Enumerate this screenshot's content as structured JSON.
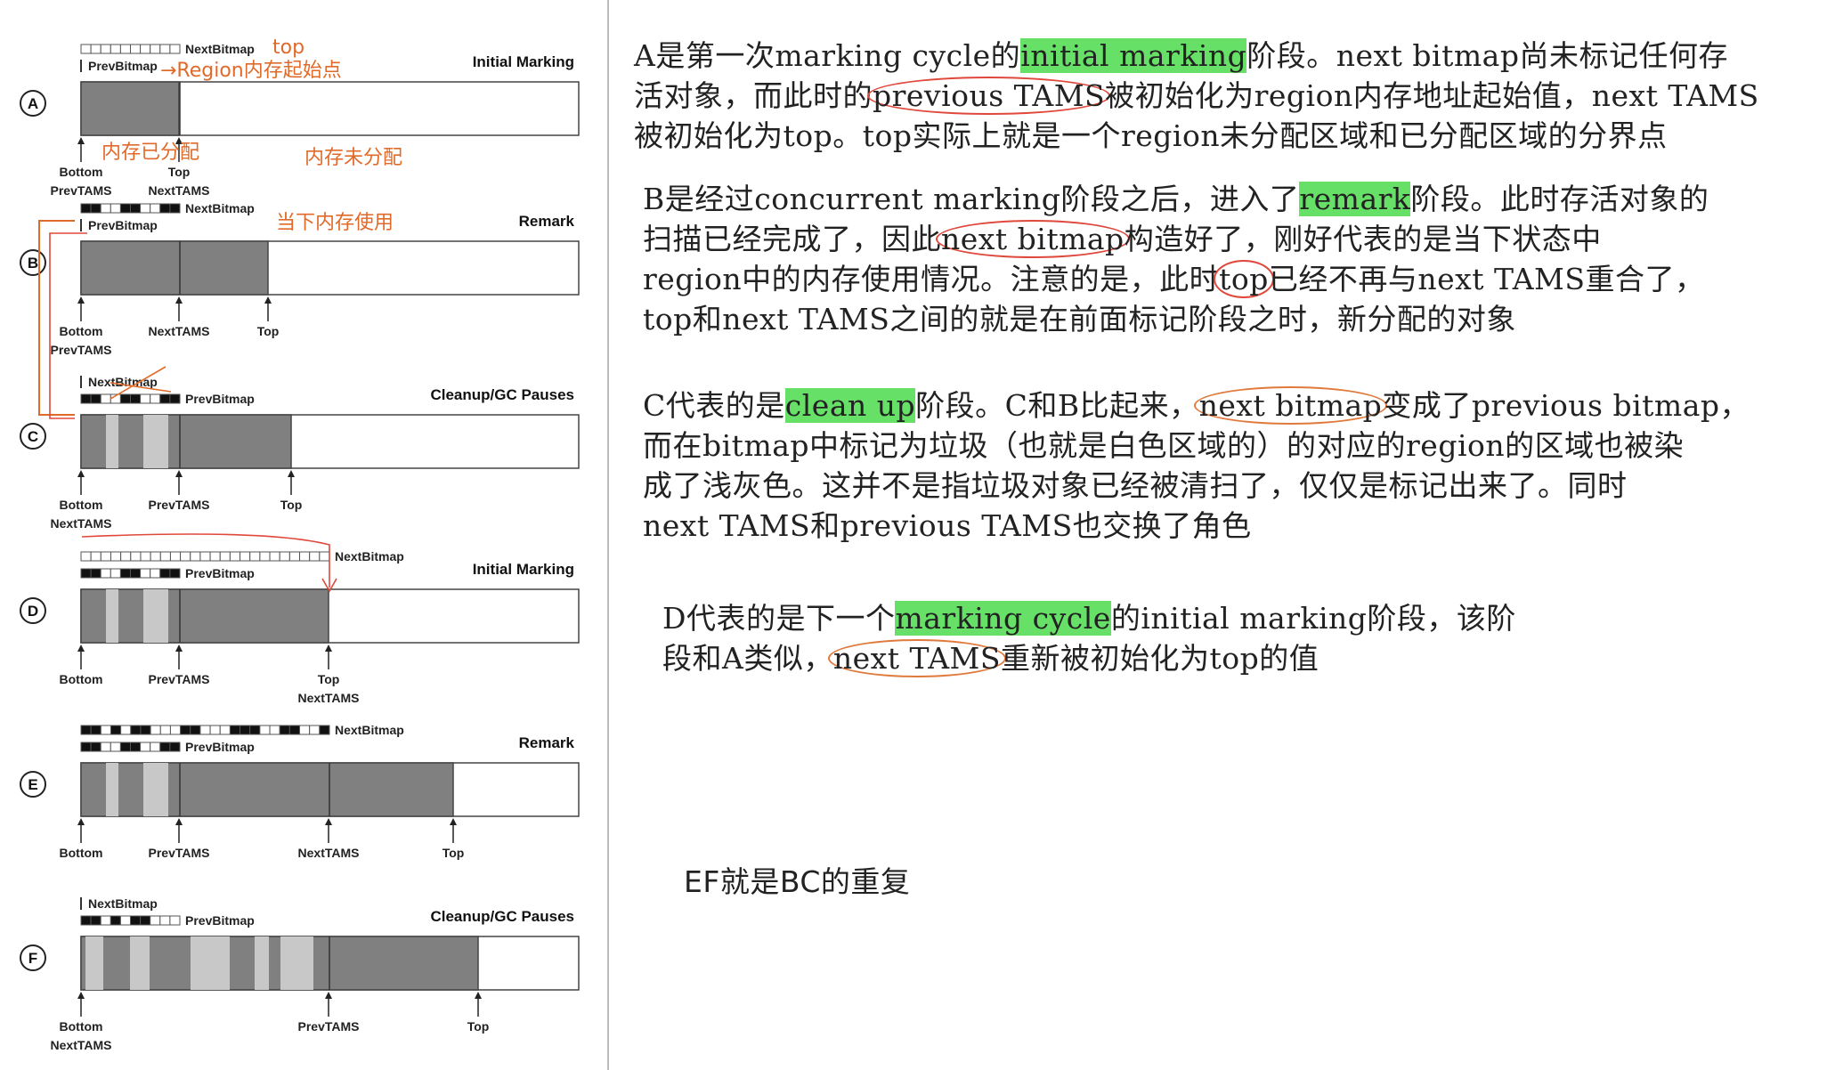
{
  "colors": {
    "bar_fill": "#808080",
    "garbage_fill": "#c8c8c8",
    "handwriting": "#e06a2a",
    "circle_red": "#e0483c",
    "highlight": "#66e066"
  },
  "diagram": {
    "stages": [
      {
        "letter": "A",
        "title": "Initial Marking",
        "bitmaps": [
          "NextBitmap",
          "PrevBitmap"
        ],
        "markers": [
          [
            "Bottom",
            "PrevTAMS"
          ],
          [
            "Top",
            "NextTAMS"
          ]
        ]
      },
      {
        "letter": "B",
        "title": "Remark",
        "bitmaps": [
          "NextBitmap",
          "PrevBitmap"
        ],
        "markers": [
          [
            "Bottom",
            "PrevTAMS"
          ],
          [
            "NextTAMS"
          ],
          [
            "Top"
          ]
        ]
      },
      {
        "letter": "C",
        "title": "Cleanup/GC Pauses",
        "bitmaps": [
          "NextBitmap",
          "PrevBitmap"
        ],
        "markers": [
          [
            "Bottom",
            "NextTAMS"
          ],
          [
            "PrevTAMS"
          ],
          [
            "Top"
          ]
        ]
      },
      {
        "letter": "D",
        "title": "Initial Marking",
        "bitmaps": [
          "NextBitmap",
          "PrevBitmap"
        ],
        "markers": [
          [
            "Bottom"
          ],
          [
            "PrevTAMS"
          ],
          [
            "Top",
            "NextTAMS"
          ]
        ]
      },
      {
        "letter": "E",
        "title": "Remark",
        "bitmaps": [
          "NextBitmap",
          "PrevBitmap"
        ],
        "markers": [
          [
            "Bottom"
          ],
          [
            "PrevTAMS"
          ],
          [
            "NextTAMS"
          ],
          [
            "Top"
          ]
        ]
      },
      {
        "letter": "F",
        "title": "Cleanup/GC Pauses",
        "bitmaps": [
          "NextBitmap",
          "PrevBitmap"
        ],
        "markers": [
          [
            "Bottom",
            "NextTAMS"
          ],
          [
            "PrevTAMS"
          ],
          [
            "Top"
          ]
        ]
      }
    ],
    "handwriting": {
      "top_note": "top",
      "region_note": "→Region内存起始点",
      "allocated": "内存已分配",
      "unallocated": "内存未分配",
      "current_usage": "当下内存使用"
    }
  },
  "notes": {
    "a": {
      "lines": [
        [
          "A是第一次marking cycle的",
          {
            "hl": "initial marking"
          },
          "阶段。next bitmap尚未标记任何存"
        ],
        [
          "活对象，而此时的",
          {
            "circ": "previous TAMS"
          },
          "被初始化为region内存地址起始值，next TAMS"
        ],
        [
          " 被初始化为top。top实际上就是一个region未分配区域和已分配区域的分界点"
        ]
      ]
    },
    "b": {
      "lines": [
        [
          "B是经过concurrent marking阶段之后，进入了",
          {
            "hl": "remark"
          },
          "阶段。此时存活对象的"
        ],
        [
          "扫描已经完成了，因此",
          {
            "circ": "next bitmap"
          },
          "构造好了，刚好代表的是当下状态中"
        ],
        [
          "region中的内存使用情况。注意的是，此时",
          {
            "circ": "top"
          },
          "已经不再与next TAMS重合了，"
        ],
        [
          "top和next TAMS之间的就是在前面标记阶段之时，新分配的对象"
        ]
      ]
    },
    "c": {
      "lines": [
        [
          "C代表的是",
          {
            "hl": "clean up"
          },
          "阶段。C和B比起来，",
          {
            "circo": "next bitmap"
          },
          "变成了previous bitmap，"
        ],
        [
          "而在bitmap中标记为垃圾（也就是白色区域的）的对应的region的区域也被染"
        ],
        [
          "成了浅灰色。这并不是指垃圾对象已经被清扫了，仅仅是标记出来了。同时"
        ],
        [
          "next TAMS和previous TAMS也交换了角色"
        ]
      ]
    },
    "d": {
      "lines": [
        [
          "D代表的是下一个",
          {
            "hl": "marking cycle"
          },
          "的initial marking阶段，该阶"
        ],
        [
          "段和A类似，",
          {
            "circo": "next TAMS"
          },
          "重新被初始化为top的值"
        ]
      ]
    },
    "e": {
      "text": "EF就是BC的重复"
    }
  }
}
